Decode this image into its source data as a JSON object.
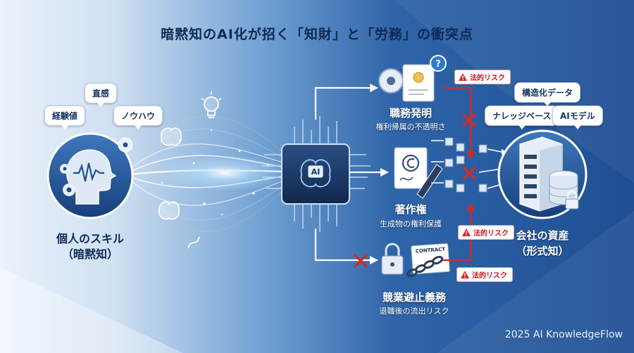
{
  "title": "暗黙知のAI化が招く「知財」と「労務」の衝突点",
  "left": {
    "bubbles": [
      "直感",
      "経験値",
      "ノウハウ"
    ],
    "label_line1": "個人のスキル",
    "label_line2": "（暗黙知）",
    "head_icon": "head-with-brainwave-icon"
  },
  "center": {
    "chip_text": "AI",
    "chip_icon": "ai-chip-brain-icon"
  },
  "branches": [
    {
      "icon": "gear-certificate-question-icon",
      "title": "職務発明",
      "subtitle": "権利帰属の不透明さ"
    },
    {
      "icon": "copyright-document-pen-icon",
      "title": "著作権",
      "subtitle": "生成物の権利保護"
    },
    {
      "icon": "lock-chain-contract-icon",
      "title": "競業避止義務",
      "subtitle": "退職後の流出リスク",
      "contract_text": "CONTRACT"
    }
  ],
  "risk_label": "法的リスク",
  "right": {
    "bubbles": [
      "構造化データ",
      "ナレッジベース",
      "AIモデル"
    ],
    "label_line1": "会社の資産",
    "label_line2": "（形式知）",
    "icon": "server-database-lock-icon"
  },
  "brand": "2025 AI KnowledgeFlow",
  "colors": {
    "accent_red": "#d62828",
    "dark_blue": "#0d2a56",
    "white": "#ffffff"
  }
}
